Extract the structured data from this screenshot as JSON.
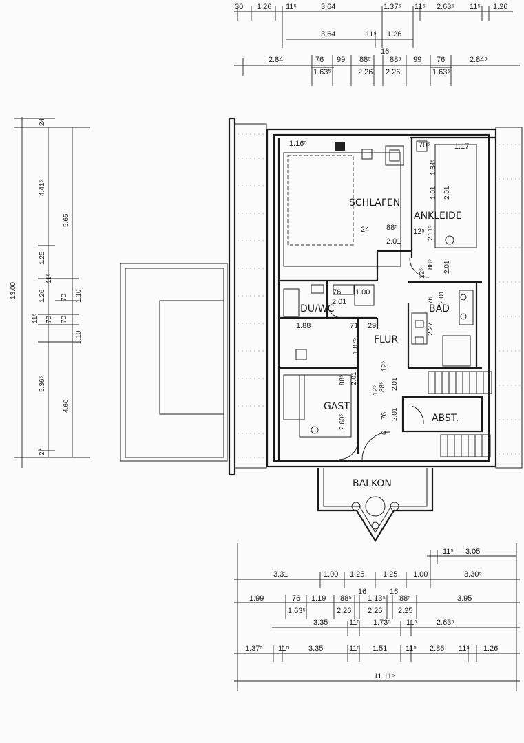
{
  "rooms": {
    "schlafen": "SCHLAFEN",
    "ankleide": "ANKLEIDE",
    "du_wc": "DU/WC",
    "bad": "BAD",
    "flur": "FLUR",
    "gast": "GAST",
    "abst": "ABST.",
    "balkon": "BALKON"
  },
  "dims_top": {
    "r1": [
      "30",
      "1.26",
      "11⁵",
      "3.64",
      "1.37⁵",
      "11⁵",
      "2.63⁵",
      "11⁵",
      "1.26"
    ],
    "r2": [
      "3.64",
      "11⁵",
      "1.26"
    ],
    "r3": [
      "2.84",
      "76",
      "99",
      "88⁵",
      "16",
      "88⁵",
      "99",
      "76",
      "2.84⁵"
    ],
    "r4": [
      "1.63⁵",
      "2.26",
      "2.26",
      "1.63⁵"
    ]
  },
  "dims_left": [
    "24",
    "4.41⁵",
    "5.65",
    "1.25",
    "11⁵",
    "1.26",
    "70",
    "1.10",
    "13.00",
    "11⁵",
    "70",
    "70",
    "1.10",
    "5.36⁵",
    "4.60",
    "24"
  ],
  "dims_interior": [
    "1.16⁵",
    "70⁵",
    "1.17",
    "1.34⁵",
    "1.01",
    "2.01",
    "24",
    "88⁵",
    "2.01",
    "12⁵",
    "2.11⁵",
    "88⁵",
    "12⁵",
    "2.01",
    "76",
    "2.01",
    "1.00",
    "1.88",
    "71",
    "29",
    "1.87⁵",
    "2.01",
    "76",
    "2.27",
    "88⁵",
    "2.01",
    "12⁵",
    "2.01",
    "88⁵",
    "12⁵",
    "76",
    "2.60⁵",
    "2.01",
    "6"
  ],
  "dims_bottom": {
    "r1": [
      "11⁵",
      "3.05"
    ],
    "r2": [
      "3.31",
      "1.00",
      "1.25",
      "1.25",
      "1.00",
      "3.30⁵"
    ],
    "r3": [
      "1.99",
      "76",
      "1.19",
      "88⁵",
      "16",
      "1.13⁵",
      "16",
      "88⁵",
      "3.95"
    ],
    "r4": [
      "1.63⁵",
      "2.26",
      "2.26",
      "2.25"
    ],
    "r5": [
      "3.35",
      "11⁵",
      "1.73⁵",
      "11⁵",
      "2.63⁵"
    ],
    "r6": [
      "1.37⁵",
      "11⁵",
      "3.35",
      "11⁵",
      "1.51",
      "11⁵",
      "2.86",
      "11⁵",
      "1.26"
    ],
    "total": "11.11⁵"
  }
}
